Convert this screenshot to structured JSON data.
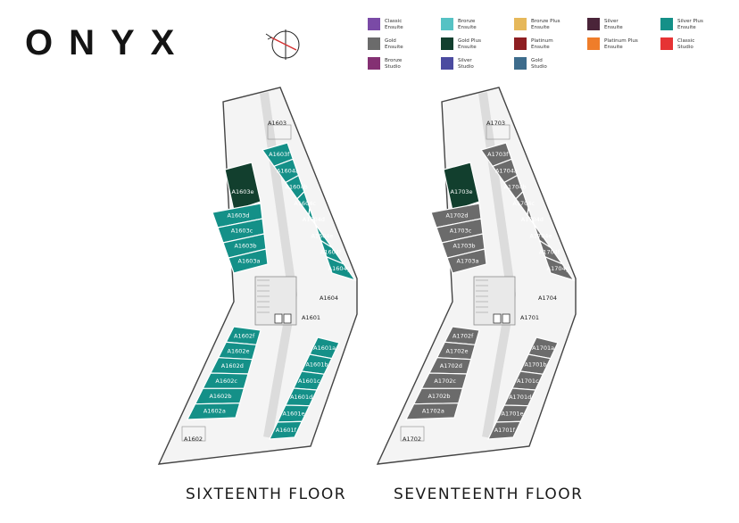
{
  "brand": "ONYX",
  "legend": [
    {
      "label": "Classic\nEnsuite",
      "color": "#7a4aa6"
    },
    {
      "label": "Bronze\nEnsuite",
      "color": "#56c2c4"
    },
    {
      "label": "Bronze Plus\nEnsuite",
      "color": "#e6b85a"
    },
    {
      "label": "Silver\nEnsuite",
      "color": "#4a2439"
    },
    {
      "label": "Silver Plus\nEnsuite",
      "color": "#149088"
    },
    {
      "label": "Gold\nEnsuite",
      "color": "#6b6b6b"
    },
    {
      "label": "Gold Plus\nEnsuite",
      "color": "#123f2e"
    },
    {
      "label": "Platinum\nEnsuite",
      "color": "#8e1e22"
    },
    {
      "label": "Platinum Plus\nEnsuite",
      "color": "#ef7d2a"
    },
    {
      "label": "Classic\nStudio",
      "color": "#e63334"
    },
    {
      "label": "Bronze\nStudio",
      "color": "#843073"
    },
    {
      "label": "Silver\nStudio",
      "color": "#4b4ba0"
    },
    {
      "label": "Gold\nStudio",
      "color": "#3d6c8c"
    }
  ],
  "floors": [
    {
      "caption": "SIXTEENTH FLOOR",
      "main_color": "#149088",
      "accent_color": "#123f2e",
      "units_left_upper": [
        "A1603d",
        "A1603c",
        "A1603b",
        "A1603a"
      ],
      "unit_corner": "A1603e",
      "units_right_upper": [
        "A1603f",
        "A1604a",
        "A1604b",
        "A1604c",
        "A1604d",
        "A1604e",
        "A1604f",
        "A1604g"
      ],
      "units_left_lower": [
        "A1602f",
        "A1602e",
        "A1602d",
        "A1602c",
        "A1602b",
        "A1602a"
      ],
      "units_right_lower": [
        "A1601a",
        "A1601b",
        "A1601c",
        "A1601d",
        "A1601e",
        "A1601f"
      ],
      "corridor_labels": [
        "A1603",
        "A1604",
        "A1601",
        "A1602"
      ]
    },
    {
      "caption": "SEVENTEENTH FLOOR",
      "main_color": "#6b6b6b",
      "accent_color": "#123f2e",
      "units_left_upper": [
        "A1702d",
        "A1703c",
        "A1703b",
        "A1703a"
      ],
      "unit_corner": "A1703e",
      "units_right_upper": [
        "A1703f",
        "A1704a",
        "A1704b",
        "A1704c",
        "A1704d",
        "A1704e",
        "A1704f",
        "A1704g"
      ],
      "units_left_lower": [
        "A1702f",
        "A1702e",
        "A1702d",
        "A1702c",
        "A1702b",
        "A1702a"
      ],
      "units_right_lower": [
        "A1701a",
        "A1701b",
        "A1701c",
        "A1701d",
        "A1701e",
        "A1701f"
      ],
      "corridor_labels": [
        "A1703",
        "A1704",
        "A1701",
        "A1702"
      ]
    }
  ]
}
